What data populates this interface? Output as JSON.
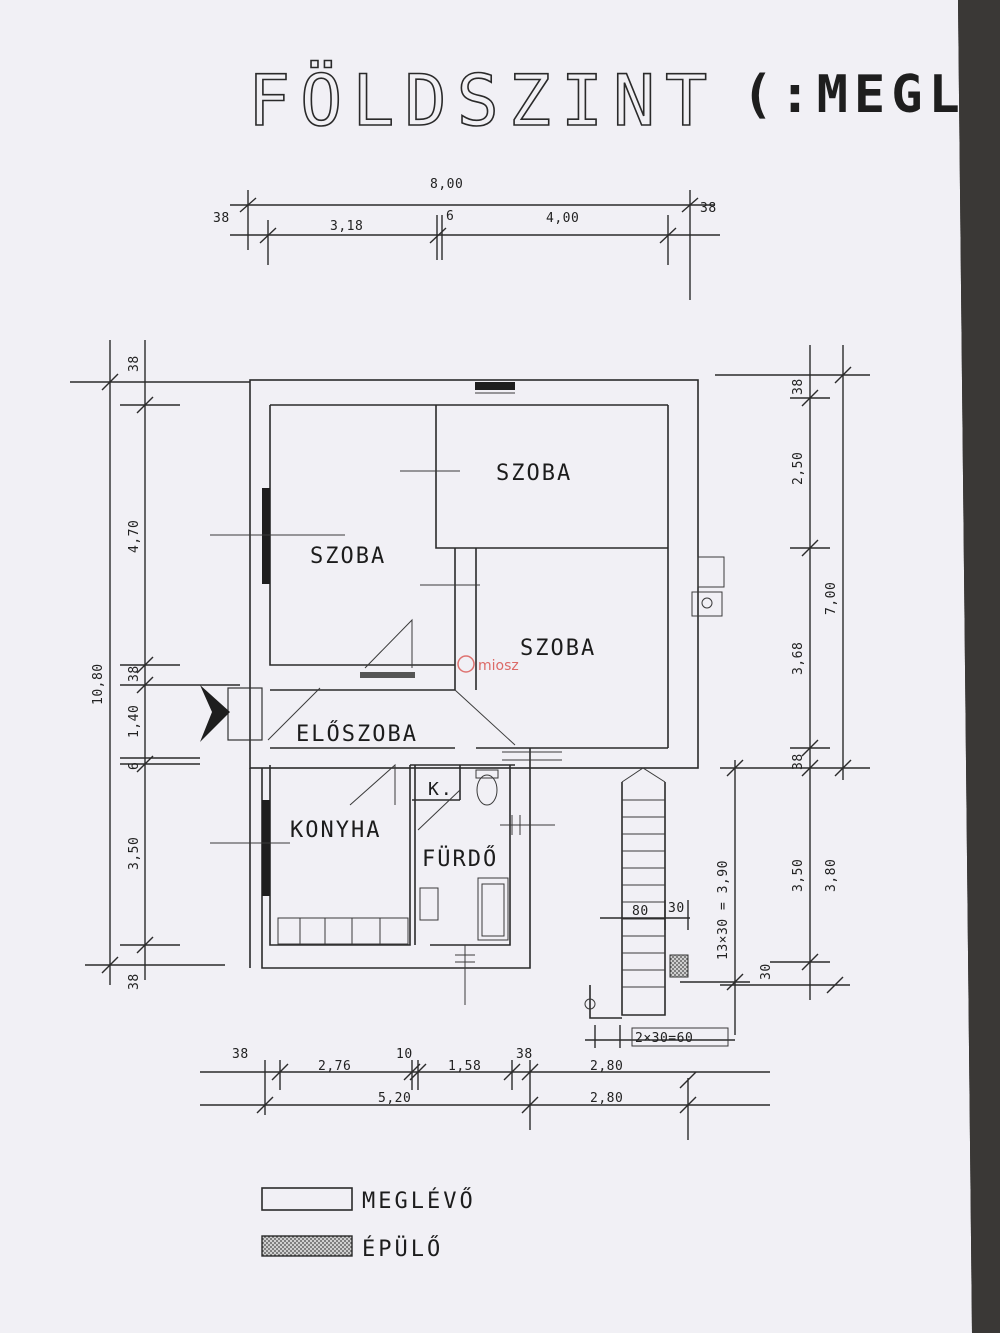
{
  "title": {
    "main": "FÖLDSZINT",
    "suffix": "(:MEGL"
  },
  "dimensions": {
    "top_total": "8,00",
    "top_left_wall": "38",
    "top_room_left": "3,18",
    "top_inner_wall": "6",
    "top_room_right": "4,00",
    "top_right_wall": "38",
    "left_total": "10,80",
    "left_top_wall": "38",
    "left_rooms_top": "4,70",
    "left_mid_wall": "38",
    "left_hall": "1,40",
    "left_inner_wall": "6",
    "left_kitchen": "3,50",
    "left_bottom_wall": "38",
    "right_top_wall": "38",
    "right_room_top": "2,50",
    "right_room_bottom": "3,68",
    "right_total_upper": "7,00",
    "right_lower_wall": "38",
    "right_lower_inner": "3,50",
    "right_lower_total": "3,80",
    "right_step": "30",
    "stair_formula": "13×30 = 3,90",
    "stair_width": "80",
    "stair_wall": "30",
    "stair_bottom": "2×30=60",
    "bottom_left_wall": "38",
    "bottom_kitchen": "2,76",
    "bottom_inner_wall": "10",
    "bottom_bath": "1,58",
    "bottom_right_wall": "38",
    "bottom_ext_upper": "2,80",
    "bottom_main": "5,20",
    "bottom_ext_lower": "2,80"
  },
  "rooms": {
    "room_top_right": "SZOBA",
    "room_left": "SZOBA",
    "room_mid_right": "SZOBA",
    "hall": "ELŐSZOBA",
    "kitchen": "KONYHA",
    "wc": "K.",
    "bath": "FÜRDŐ"
  },
  "watermark": "miosz",
  "legend": {
    "existing": "MEGLÉVŐ",
    "new": "ÉPÜLŐ"
  },
  "colors": {
    "paper": "#f1f0f5",
    "ink": "#2b2b2b",
    "background": "#2a2826",
    "watermark": "#d9534f"
  }
}
